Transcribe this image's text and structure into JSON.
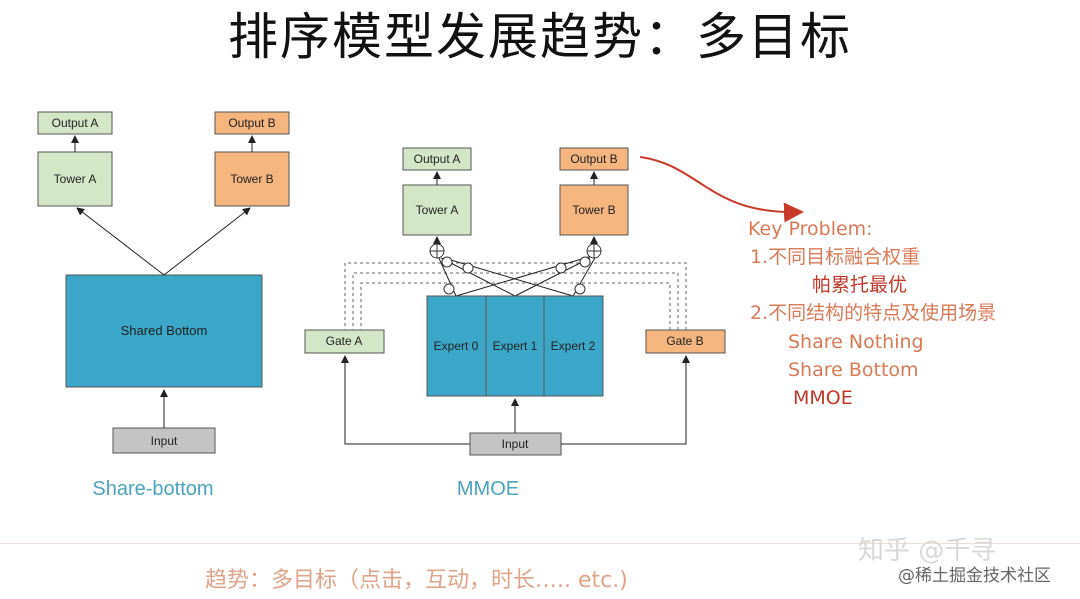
{
  "title": "排序模型发展趋势：多目标",
  "share_bottom": {
    "output_a": "Output A",
    "output_b": "Output B",
    "tower_a": "Tower A",
    "tower_b": "Tower B",
    "shared": "Shared Bottom",
    "input": "Input",
    "caption": "Share-bottom"
  },
  "mmoe": {
    "output_a": "Output A",
    "output_b": "Output B",
    "tower_a": "Tower A",
    "tower_b": "Tower B",
    "gate_a": "Gate A",
    "gate_b": "Gate B",
    "experts": [
      "Expert 0",
      "Expert 1",
      "Expert 2"
    ],
    "input": "Input",
    "caption": "MMOE"
  },
  "key_problem": {
    "heading": "Key Problem:",
    "line1": "1.不同目标融合权重",
    "line2": "帕累托最优",
    "line3": "2.不同结构的特点及使用场景",
    "line4": "Share Nothing",
    "line5": "Share Bottom",
    "line6": "MMOE"
  },
  "footer": "趋势：多目标（点击，互动，时长….. etc.)",
  "watermark": {
    "line1": "知乎 @千寻",
    "line2": "@稀土掘金技术社区"
  },
  "colors": {
    "green": "#d4e6c8",
    "orange": "#f5b57f",
    "blue": "#3aa6c8",
    "gray": "#c4c4c4",
    "red_arrow": "#c83a2a"
  }
}
